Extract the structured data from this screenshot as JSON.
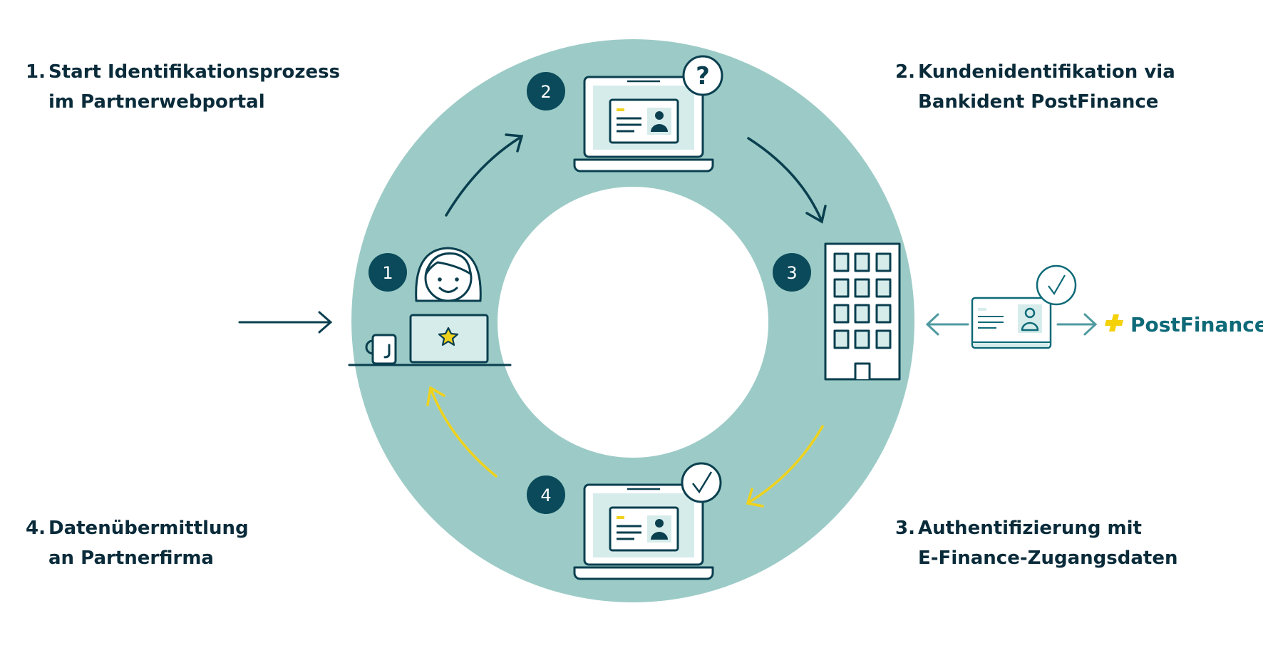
{
  "steps": [
    {
      "num": "1.",
      "line1": "Start Identifikationsprozess",
      "line2": "im Partnerwebportal"
    },
    {
      "num": "2.",
      "line1": "Kundenidentifikation via",
      "line2": "Bankident PostFinance"
    },
    {
      "num": "3.",
      "line1": "Authentifizierung mit",
      "line2": "E-Finance-Zugangsdaten"
    },
    {
      "num": "4.",
      "line1": "Datenübermittlung",
      "line2": "an Partnerfirma"
    }
  ],
  "badges": [
    "1",
    "2",
    "3",
    "4"
  ],
  "brand": {
    "name": "PostFinance",
    "logo_color": "#f5d10a"
  },
  "icons": {
    "question": "?"
  },
  "colors": {
    "ring": "#9ccbc7",
    "dark": "#0a3f4f",
    "badge": "#0a4a5a",
    "accent_yellow": "#f0d21c",
    "screen": "#d6eceb",
    "side_arrow": "#4f9aa0"
  }
}
